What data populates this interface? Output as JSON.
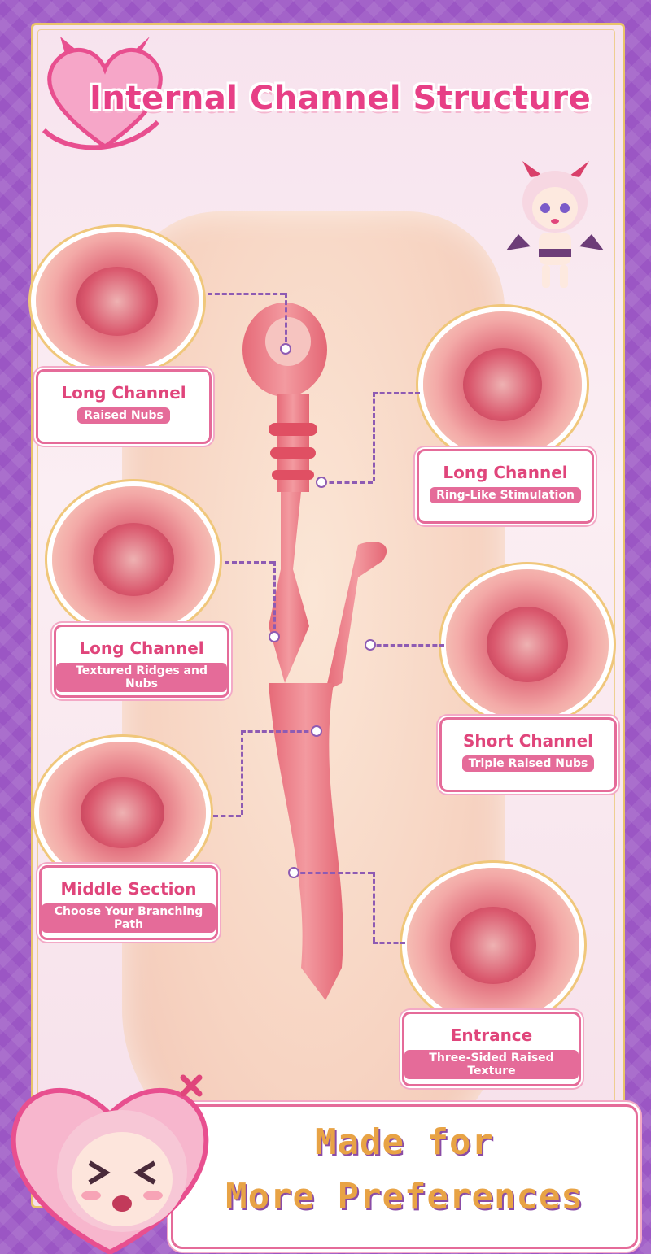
{
  "title": "Internal Channel Structure",
  "callouts": [
    {
      "main": "Long Channel",
      "sub": "Raised Nubs"
    },
    {
      "main": "Long Channel",
      "sub": "Ring-Like Stimulation"
    },
    {
      "main": "Long Channel",
      "sub": "Textured Ridges and Nubs"
    },
    {
      "main": "Short Channel",
      "sub": "Triple Raised Nubs"
    },
    {
      "main": "Middle Section",
      "sub": "Choose Your Branching Path"
    },
    {
      "main": "Entrance",
      "sub": "Three-Sided Raised Texture"
    }
  ],
  "banner": {
    "line1": "Made for",
    "line2": "More Preferences"
  },
  "colors": {
    "accent": "#e0457b",
    "frame": "#e9c46a",
    "background": "#9b56c4",
    "banner_text": "#e8a345"
  }
}
